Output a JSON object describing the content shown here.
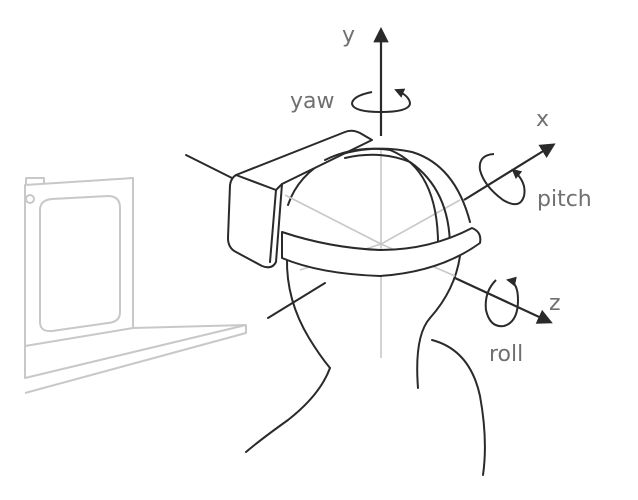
{
  "axes": {
    "y": {
      "label": "y",
      "rotation": "yaw"
    },
    "x": {
      "label": "x",
      "rotation": "pitch"
    },
    "z": {
      "label": "z",
      "rotation": "roll"
    }
  },
  "colors": {
    "ink": "#2a2a2a",
    "label": "#707070",
    "faint": "#c8c8c8"
  }
}
